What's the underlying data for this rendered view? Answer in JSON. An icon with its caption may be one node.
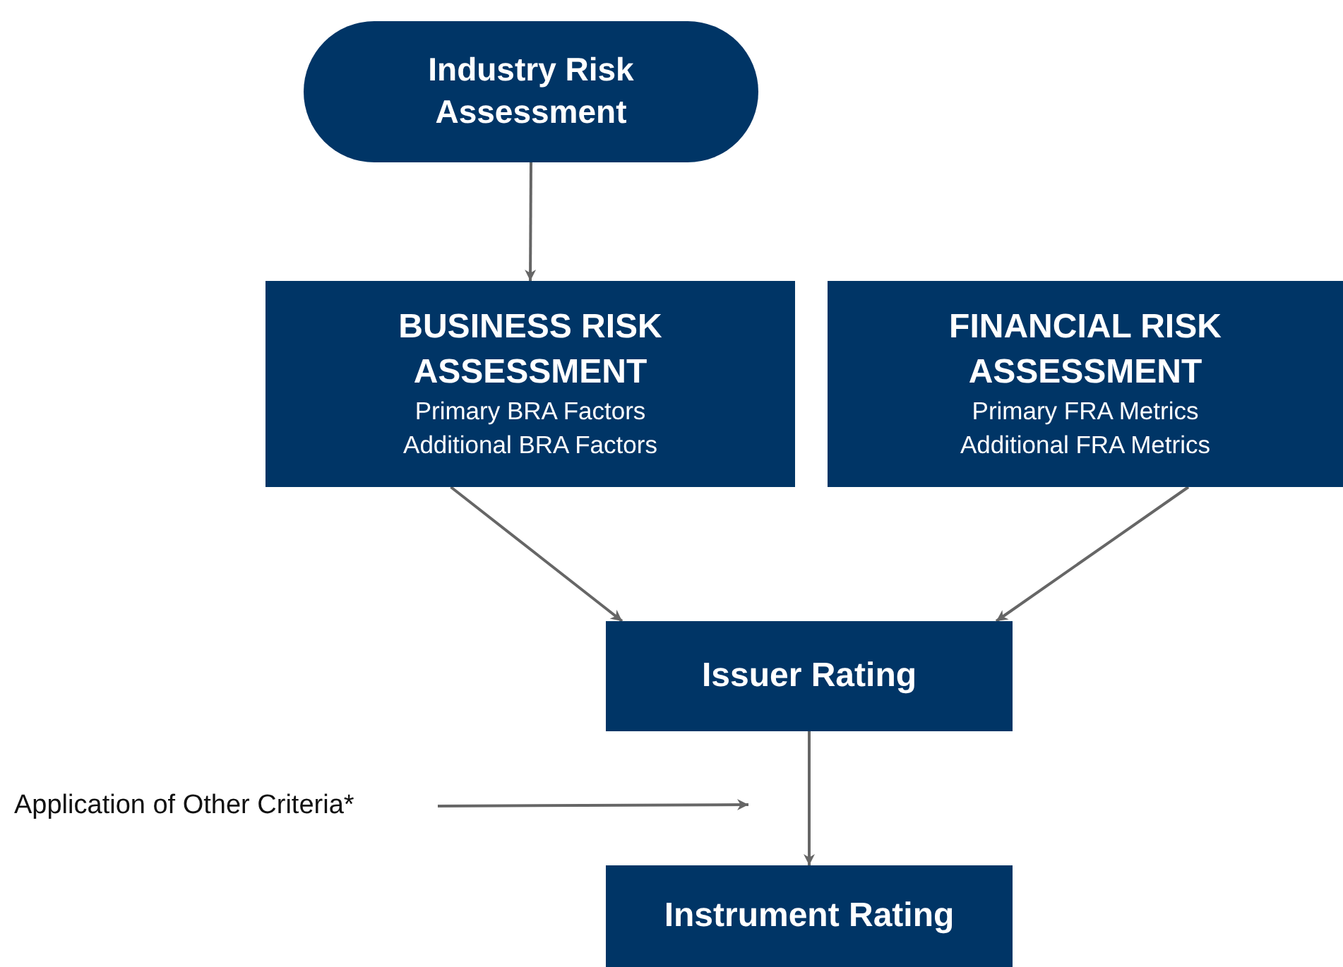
{
  "diagram": {
    "nodes": [
      {
        "text": [
          "Industry Risk Assessment"
        ]
      },
      {
        "text": [
          "BUSINESS RISK ASSESSMENT",
          "Primary BRA Factors",
          "Additional BRA Factors"
        ]
      },
      {
        "text": [
          "FINANCIAL RISK ASSESSMENT",
          "Primary FRA Metrics",
          "Additional FRA Metrics"
        ]
      },
      {
        "text": [
          "Issuer Rating"
        ]
      },
      {
        "text": [
          "Application of Other Criteria*"
        ]
      },
      {
        "text": [
          "Instrument Rating"
        ]
      }
    ],
    "edges": [
      {
        "from": 0,
        "to": 1,
        "arrow": "to"
      },
      {
        "from": 1,
        "to": 3,
        "arrow": "to"
      },
      {
        "from": 2,
        "to": 3,
        "arrow": "to"
      },
      {
        "from": 3,
        "to": 5,
        "arrow": "to"
      },
      {
        "from": 4,
        "to": null,
        "arrow": "to"
      }
    ]
  }
}
